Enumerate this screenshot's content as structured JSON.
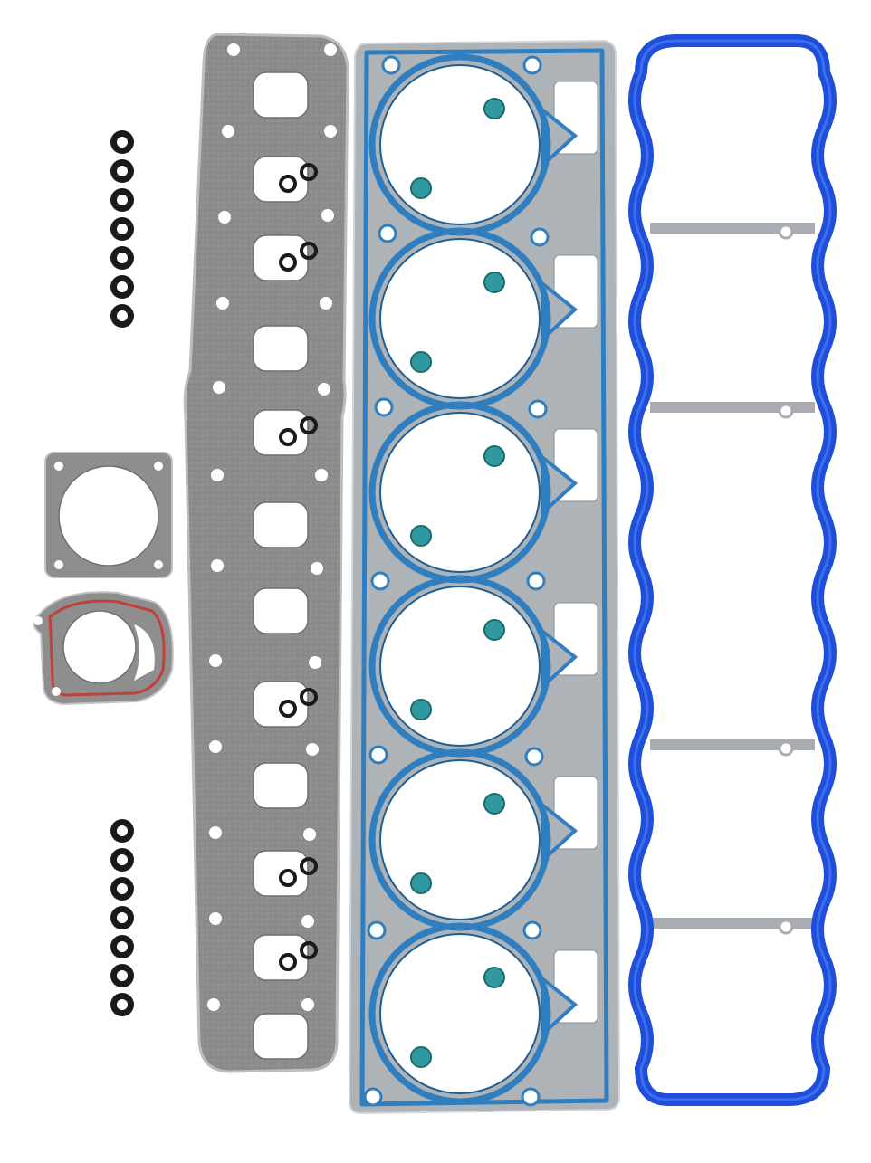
{
  "image": {
    "subject": "engine-head-gasket-set",
    "background_color": "#ffffff"
  },
  "parts": {
    "exhaust_manifold_gasket": {
      "color": "#8c8c8c",
      "edge_color": "#b5b5b5"
    },
    "head_gasket": {
      "plate_color": "#aeb3b8",
      "bead_color": "#2f7fc0",
      "cylinder_count": 6
    },
    "valve_cover_gasket": {
      "color": "#1f4fd8",
      "frame_color": "#a9adb2"
    },
    "throttle_body_gasket": {
      "color": "#8e8e8e"
    },
    "egr_gasket": {
      "color": "#8e8e8e",
      "bead_color": "#c0403a"
    },
    "valve_stem_seals": {
      "color": "#1a1a1a",
      "count_per_group": 7,
      "group_count": 2
    },
    "plug_seals": {
      "color": "#2e9aa0"
    }
  }
}
